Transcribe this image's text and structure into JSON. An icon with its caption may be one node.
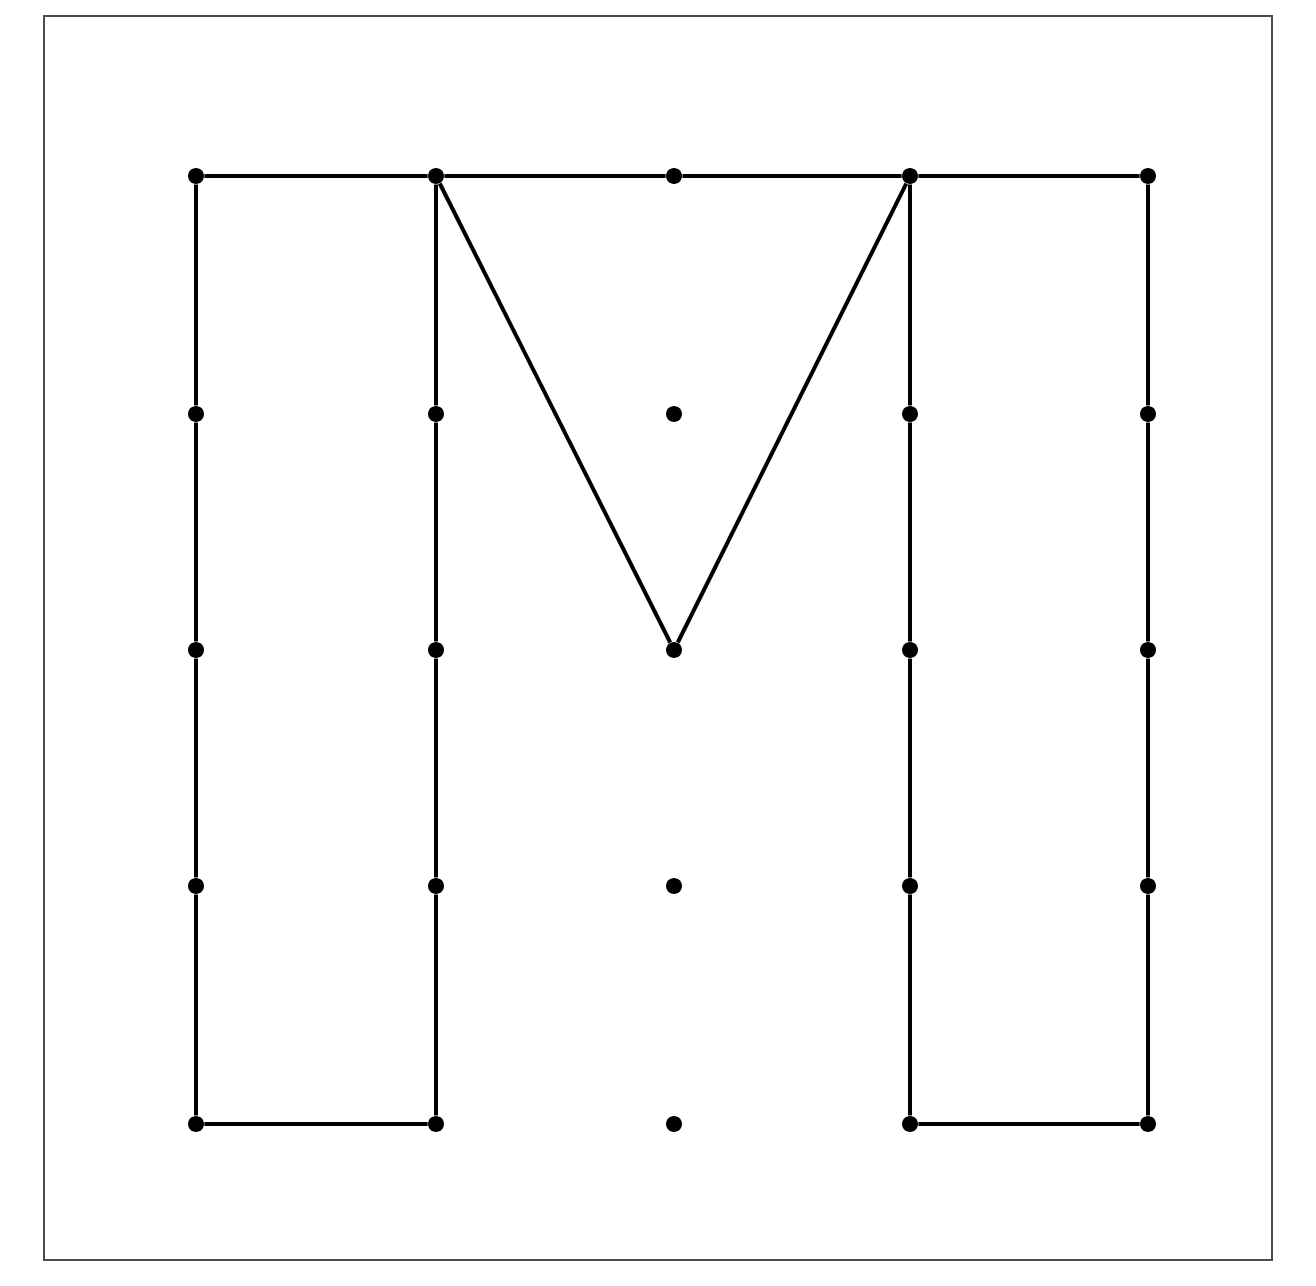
{
  "diagram": {
    "nodes": [
      {
        "text": [],
        "shape": "circle"
      },
      {
        "text": [],
        "shape": "circle"
      },
      {
        "text": [],
        "shape": "circle"
      },
      {
        "text": [],
        "shape": "circle"
      },
      {
        "text": [],
        "shape": "circle"
      },
      {
        "text": [],
        "shape": "circle"
      },
      {
        "text": [],
        "shape": "circle"
      },
      {
        "text": [],
        "shape": "circle"
      },
      {
        "text": [],
        "shape": "circle"
      },
      {
        "text": [],
        "shape": "circle"
      },
      {
        "text": [],
        "shape": "circle"
      },
      {
        "text": [],
        "shape": "circle"
      },
      {
        "text": [],
        "shape": "circle"
      },
      {
        "text": [],
        "shape": "circle"
      },
      {
        "text": [],
        "shape": "circle"
      },
      {
        "text": [],
        "shape": "circle"
      },
      {
        "text": [],
        "shape": "circle"
      },
      {
        "text": [],
        "shape": "circle"
      },
      {
        "text": [],
        "shape": "circle"
      },
      {
        "text": [],
        "shape": "circle"
      },
      {
        "text": [],
        "shape": "circle"
      },
      {
        "text": [],
        "shape": "circle"
      },
      {
        "text": [],
        "shape": "circle"
      },
      {
        "text": [],
        "shape": "circle"
      },
      {
        "text": [],
        "shape": "circle"
      }
    ],
    "edges": [
      {
        "from": 0,
        "to": 1,
        "arrow": "none"
      },
      {
        "from": 1,
        "to": 2,
        "arrow": "none"
      },
      {
        "from": 2,
        "to": 3,
        "arrow": "none"
      },
      {
        "from": 3,
        "to": 4,
        "arrow": "none"
      },
      {
        "from": 0,
        "to": 5,
        "arrow": "none"
      },
      {
        "from": 5,
        "to": 10,
        "arrow": "none"
      },
      {
        "from": 10,
        "to": 15,
        "arrow": "none"
      },
      {
        "from": 15,
        "to": 20,
        "arrow": "none"
      },
      {
        "from": 20,
        "to": 21,
        "arrow": "none"
      },
      {
        "from": 1,
        "to": 6,
        "arrow": "none"
      },
      {
        "from": 6,
        "to": 11,
        "arrow": "none"
      },
      {
        "from": 11,
        "to": 16,
        "arrow": "none"
      },
      {
        "from": 16,
        "to": 21,
        "arrow": "none"
      },
      {
        "from": 1,
        "to": 12,
        "arrow": "none"
      },
      {
        "from": 3,
        "to": 12,
        "arrow": "none"
      },
      {
        "from": 3,
        "to": 8,
        "arrow": "none"
      },
      {
        "from": 8,
        "to": 13,
        "arrow": "none"
      },
      {
        "from": 13,
        "to": 18,
        "arrow": "none"
      },
      {
        "from": 18,
        "to": 23,
        "arrow": "none"
      },
      {
        "from": 23,
        "to": 24,
        "arrow": "none"
      },
      {
        "from": 4,
        "to": 9,
        "arrow": "none"
      },
      {
        "from": 9,
        "to": 14,
        "arrow": "none"
      },
      {
        "from": 14,
        "to": 19,
        "arrow": "none"
      },
      {
        "from": 19,
        "to": 24,
        "arrow": "none"
      }
    ]
  }
}
